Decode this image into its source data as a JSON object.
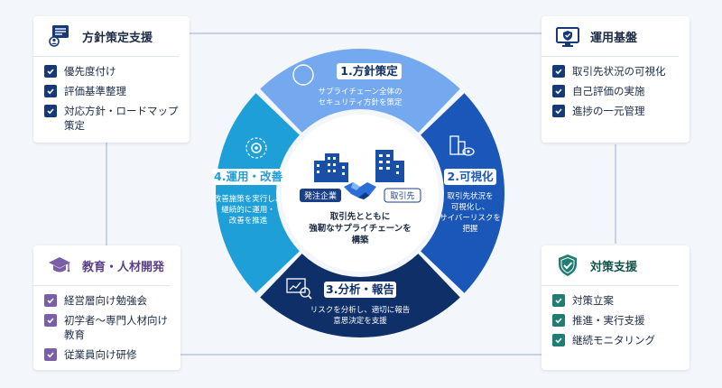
{
  "colors": {
    "navy": "#163a78",
    "purple": "#7a5ea8",
    "teal": "#1f7d74",
    "seg1": "#74a9f0",
    "seg2": "#1a57b8",
    "seg3": "#0f2f68",
    "seg4": "#1f9fd8",
    "connector": "#b8c6de"
  },
  "cards": {
    "policy": {
      "title": "方針策定支援",
      "icon": "document-person-icon",
      "items": [
        "優先度付け",
        "評価基準整理",
        "対応方針・ロードマップ策定"
      ]
    },
    "operation": {
      "title": "運用基盤",
      "icon": "monitor-shield-icon",
      "items": [
        "取引先状況の可視化",
        "自己評価の実施",
        "進捗の一元管理"
      ]
    },
    "education": {
      "title": "教育・人材開発",
      "icon": "graduation-cap-icon",
      "items": [
        "経営層向け勉強会",
        "初学者〜専門人材向け教育",
        "従業員向け研修"
      ]
    },
    "measures": {
      "title": "対策支援",
      "icon": "shield-check-icon",
      "items": [
        "対策立案",
        "推進・実行支援",
        "継続モニタリング"
      ]
    }
  },
  "cycle": {
    "segments": [
      {
        "title": "1.方針策定",
        "desc": [
          "サプライチェーン全体の",
          "セキュリティ方針を策定"
        ],
        "icon": "compass-icon"
      },
      {
        "title": "2.可視化",
        "desc": [
          "取引先状況を",
          "可視化し、",
          "サイバーリスクを",
          "把握"
        ],
        "icon": "buildings-eye-icon"
      },
      {
        "title": "3.分析・報告",
        "desc": [
          "リスクを分析し、適切に報告",
          "意思決定を支援"
        ],
        "icon": "chart-magnifier-icon"
      },
      {
        "title": "4.運用・改善",
        "desc": [
          "改善施策を実行し、",
          "継続的に運用・",
          "改善を推進"
        ],
        "icon": "gear-cycle-icon"
      }
    ],
    "center": {
      "left_badge": "発注企業",
      "right_badge": "取引先",
      "caption": [
        "取引先とともに",
        "強靭なサプライチェーンを",
        "構築"
      ]
    }
  }
}
